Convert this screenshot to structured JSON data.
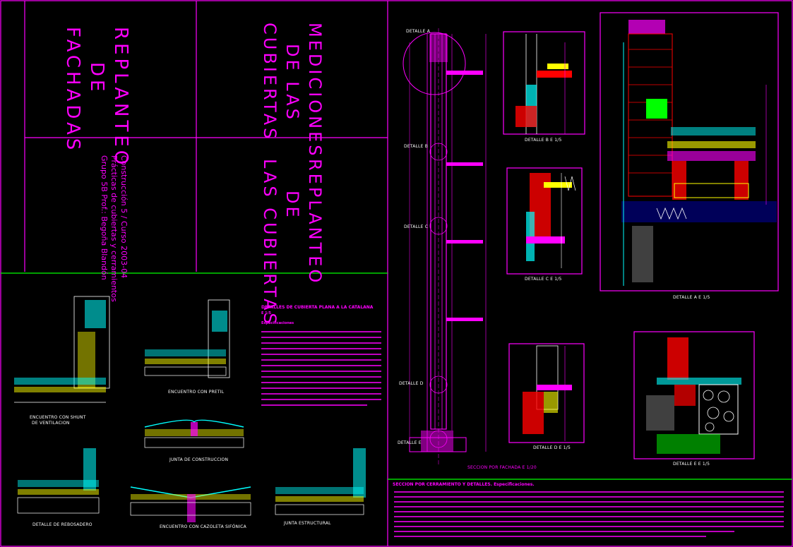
{
  "cover": {
    "fachadas_line1": "REPLANTEO",
    "fachadas_line2": "DE",
    "fachadas_line3": "FACHADAS",
    "mediciones_line1": "MEDICIONES",
    "mediciones_line2": "DE LAS",
    "mediciones_line3": "CUBIERTAS",
    "replanteo_line1": "REPLANTEO",
    "replanteo_line2": "DE",
    "replanteo_line3": "LAS CUBIERTAS",
    "course_line1": "Construcción 5 / Curso 2003-04",
    "course_line2": "Prácticas de cubiertas y cerramientos",
    "course_line3": "Grupo 5B      Prof.: Begoña Blandón"
  },
  "roof_details": {
    "title": "DETALLES DE CUBIERTA PLANA A LA CATALANA",
    "scale": "E 1/5",
    "spec_heading": "Especificaciones",
    "label_shunt_1": "ENCUENTRO CON SHUNT",
    "label_shunt_2": "DE VENTILACION",
    "label_pretil": "ENCUENTRO CON PRETIL",
    "label_junta_construccion": "JUNTA DE CONSTRUCCION",
    "label_rebosadero": "DETALLE DE REBOSADERO",
    "label_cazoleta": "ENCUENTRO CON CAZOLETA SIFÓNICA",
    "label_junta_estructural": "JUNTA ESTRUCTURAL"
  },
  "section": {
    "detalle_a": "DETALLE A",
    "detalle_b": "DETALLE B",
    "detalle_c": "DETALLE C",
    "detalle_d": "DETALLE D",
    "detalle_e": "DETALLE E",
    "title": "SECCION POR FACHADA E 1/20"
  },
  "details": {
    "b": "DETALLE B    E 1/5",
    "c": "DETALLE C    E 1/5",
    "d": "DETALLE D    E 1/5",
    "a": "DETALLE A    E 1/5",
    "e": "DETALLE E    E 1/5"
  },
  "footer": {
    "heading": "SECCION POR CERRAMIENTO Y DETALLES.  Especificaciones."
  },
  "colors": {
    "magenta": "#ff00ff",
    "green": "#00ff00",
    "white": "#ffffff",
    "cyan": "#00ffff",
    "yellow": "#ffff00",
    "red": "#ff0000",
    "blue": "#0000ff"
  }
}
